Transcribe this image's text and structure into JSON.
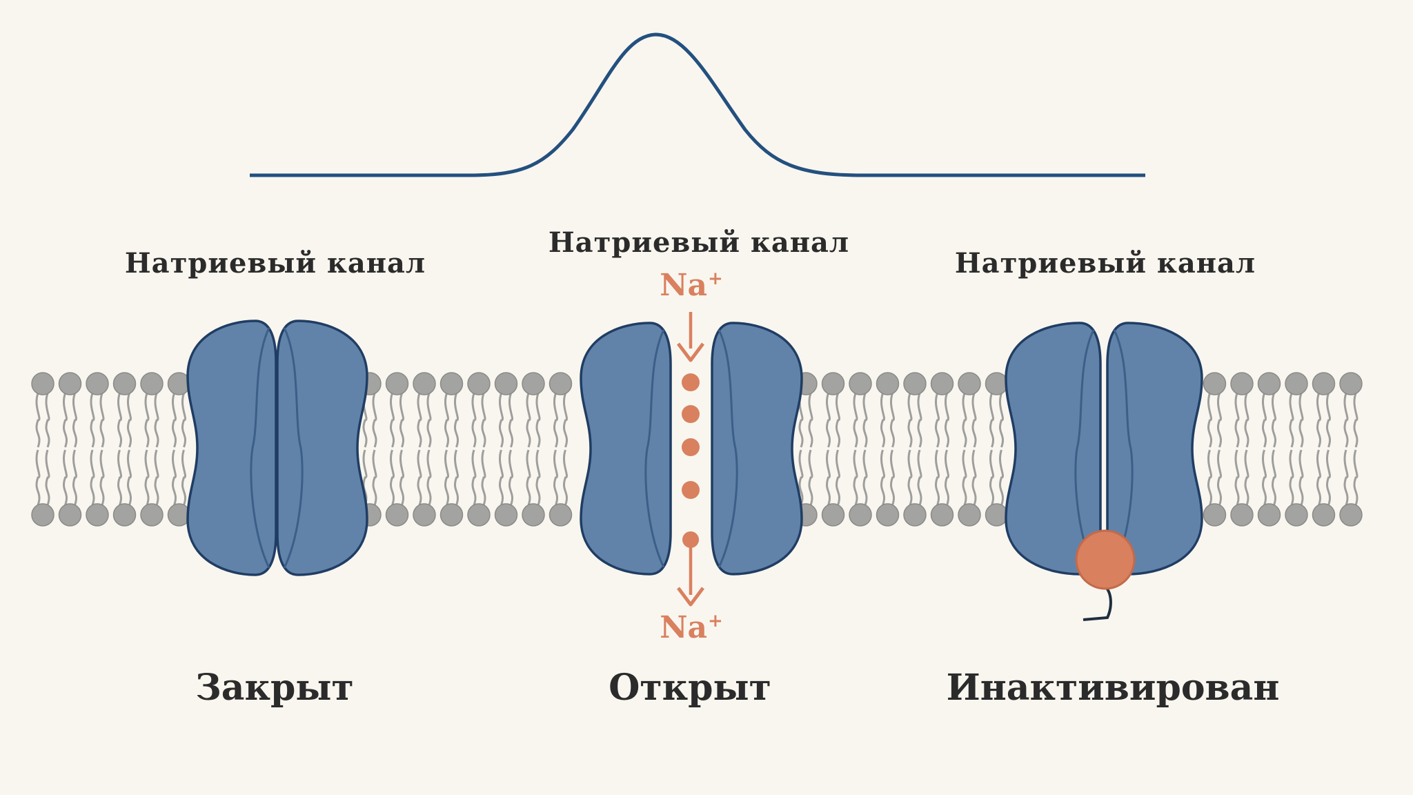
{
  "colors": {
    "background": "#f9f6ef",
    "channel_fill": "#6183aa",
    "channel_stroke": "#203d63",
    "channel_inner_stroke": "#3c5f88",
    "lipid_head": "#a3a3a1",
    "lipid_tail": "#9e9e9c",
    "ion": "#d9805f",
    "curve": "#23507f",
    "text": "#2b2b2b"
  },
  "curve": {
    "shape": "action-potential-peak"
  },
  "channels": [
    {
      "id": "closed",
      "title": "Натриевый  канал",
      "state": "Закрыт"
    },
    {
      "id": "open",
      "title": "Натриевый  канал",
      "state": "Открыт",
      "ion_top": "Na",
      "ion_bottom": "Na",
      "ion_charge": "+"
    },
    {
      "id": "inactivated",
      "title": "Натриевый канал",
      "state": "Инактивирован"
    }
  ],
  "icons": {
    "ion_dot": "sodium-ion-dot",
    "arrow": "down-arrow-icon",
    "inactivation_ball": "inactivation-gate-ball"
  }
}
